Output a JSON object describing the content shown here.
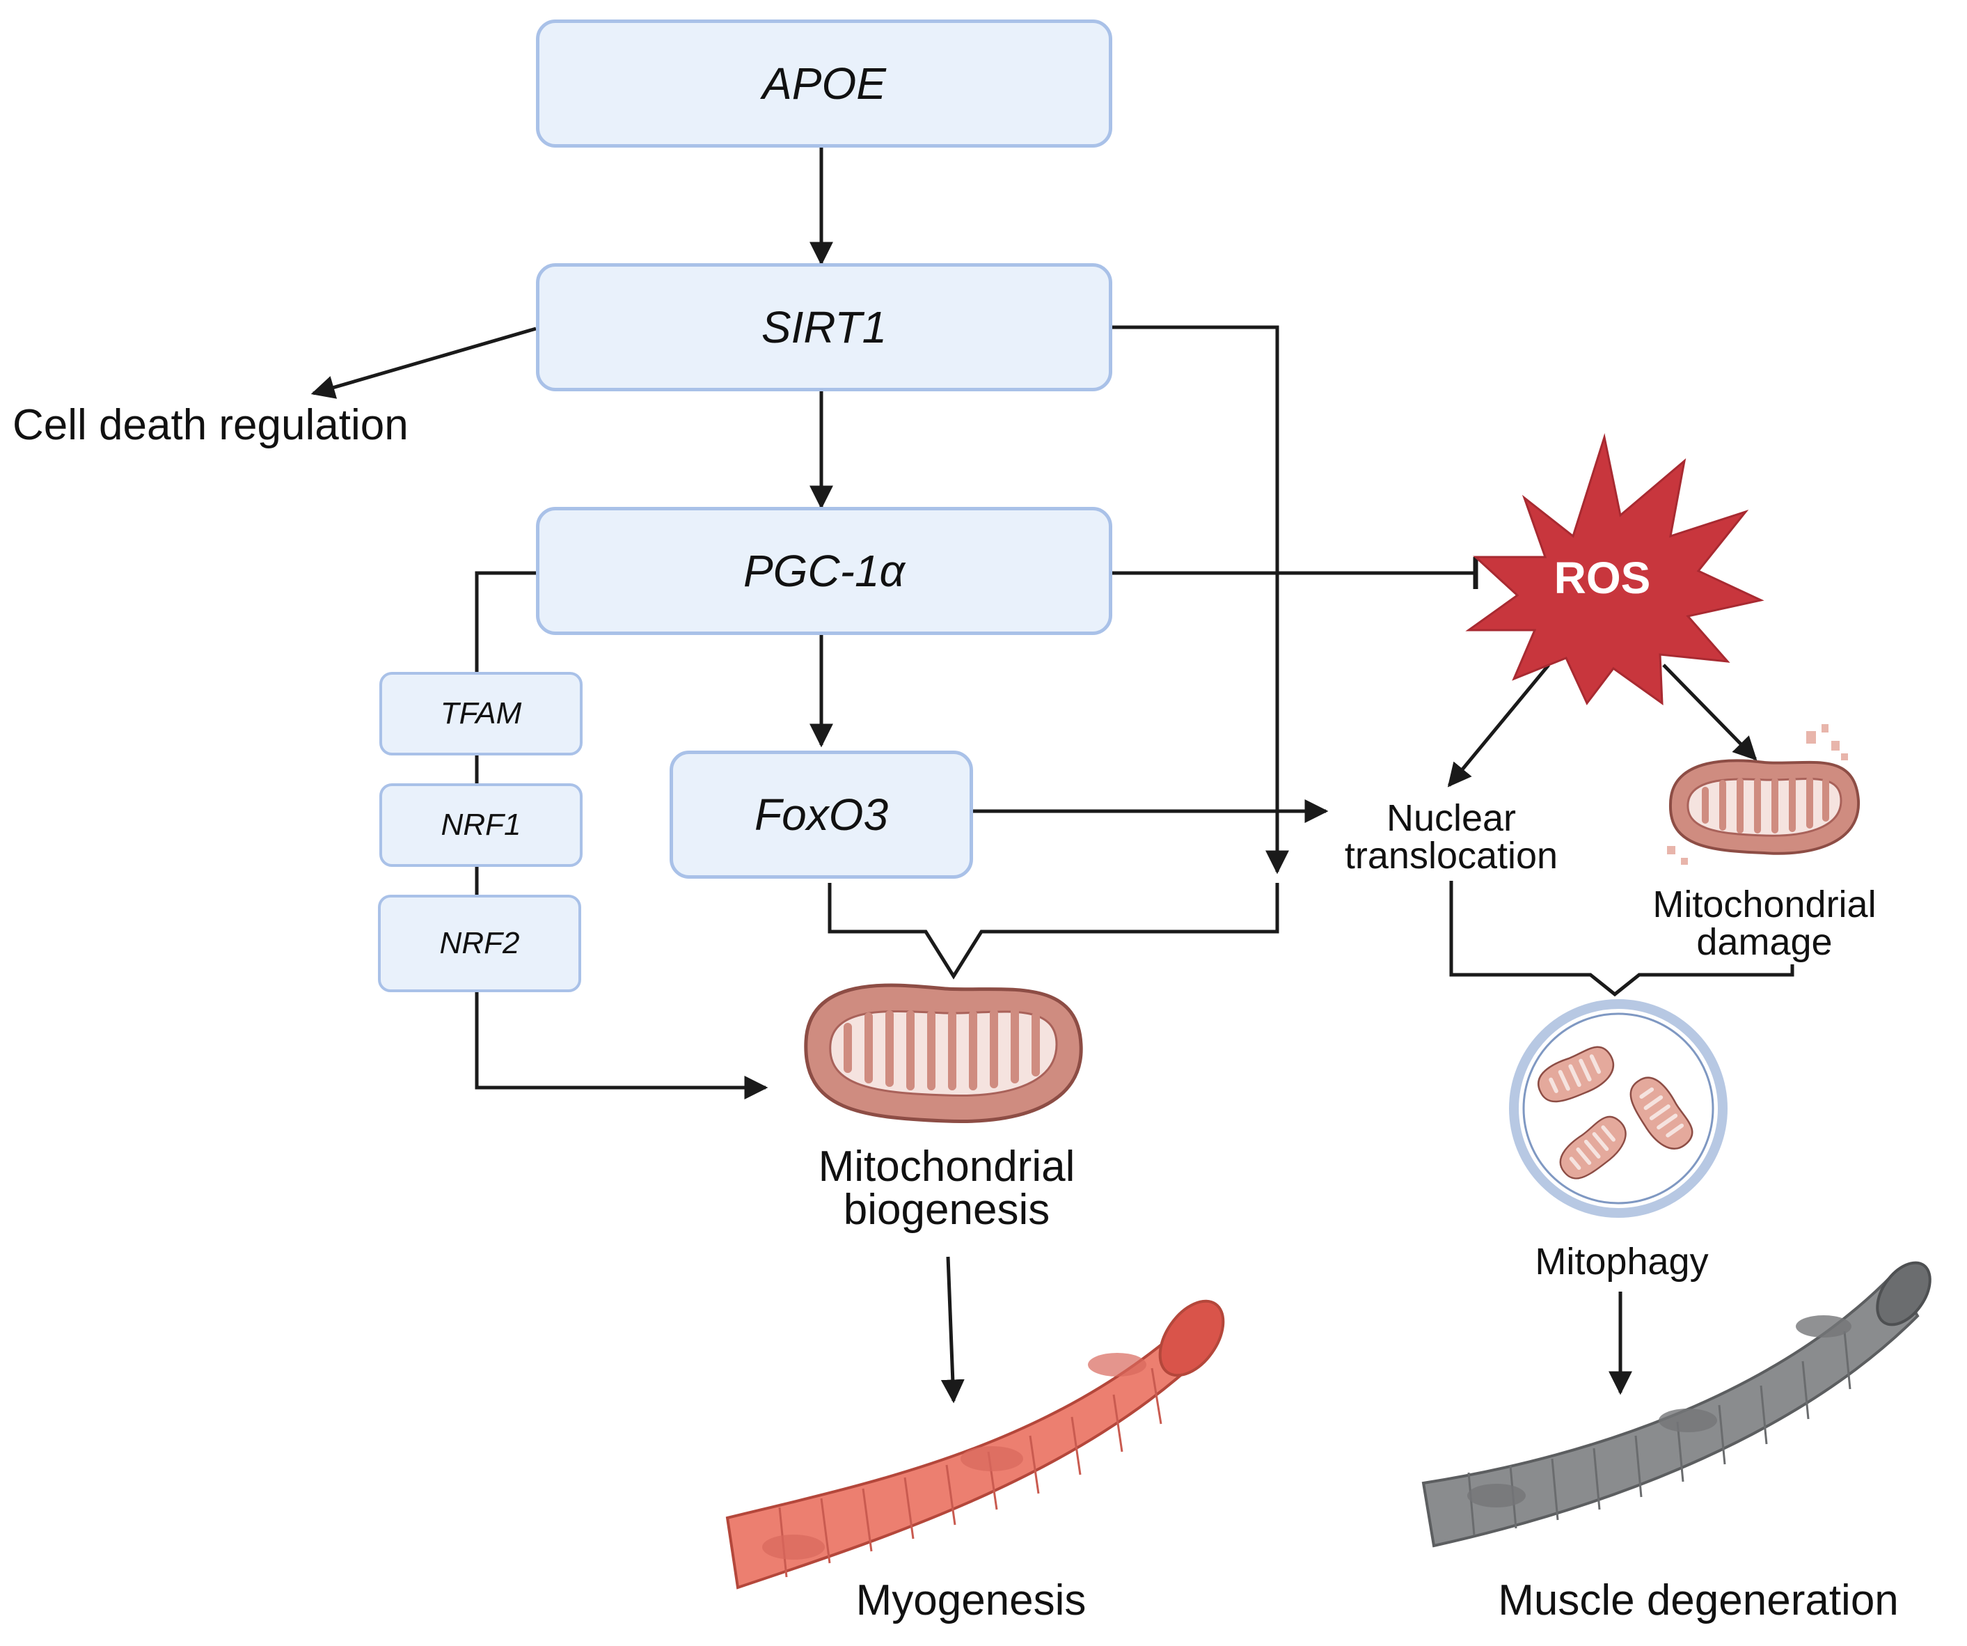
{
  "nodes": {
    "apoe": "APOE",
    "sirt1": "SIRT1",
    "pgc1a": "PGC-1α",
    "foxo3": "FoxO3",
    "tfam": "TFAM",
    "nrf1": "NRF1",
    "nrf2": "NRF2",
    "ros": "ROS"
  },
  "labels": {
    "cell_death": "Cell death regulation",
    "nuclear_line1": "Nuclear",
    "nuclear_line2": "translocation",
    "mito_damage_line1": "Mitochondrial",
    "mito_damage_line2": "damage",
    "mito_bio_line1": "Mitochondrial",
    "mito_bio_line2": "biogenesis",
    "mitophagy": "Mitophagy",
    "myogenesis": "Myogenesis",
    "muscle_degeneration": "Muscle degeneration"
  },
  "colors": {
    "box_fill": "#e9f1fb",
    "box_border": "#a9c1e8",
    "ros_fill": "#c8363d",
    "mito_fill": "#cf8c80",
    "healthy_muscle": "#ec7f70",
    "degenerated_muscle": "#8a8c8e",
    "arrow": "#1a1a1a"
  }
}
